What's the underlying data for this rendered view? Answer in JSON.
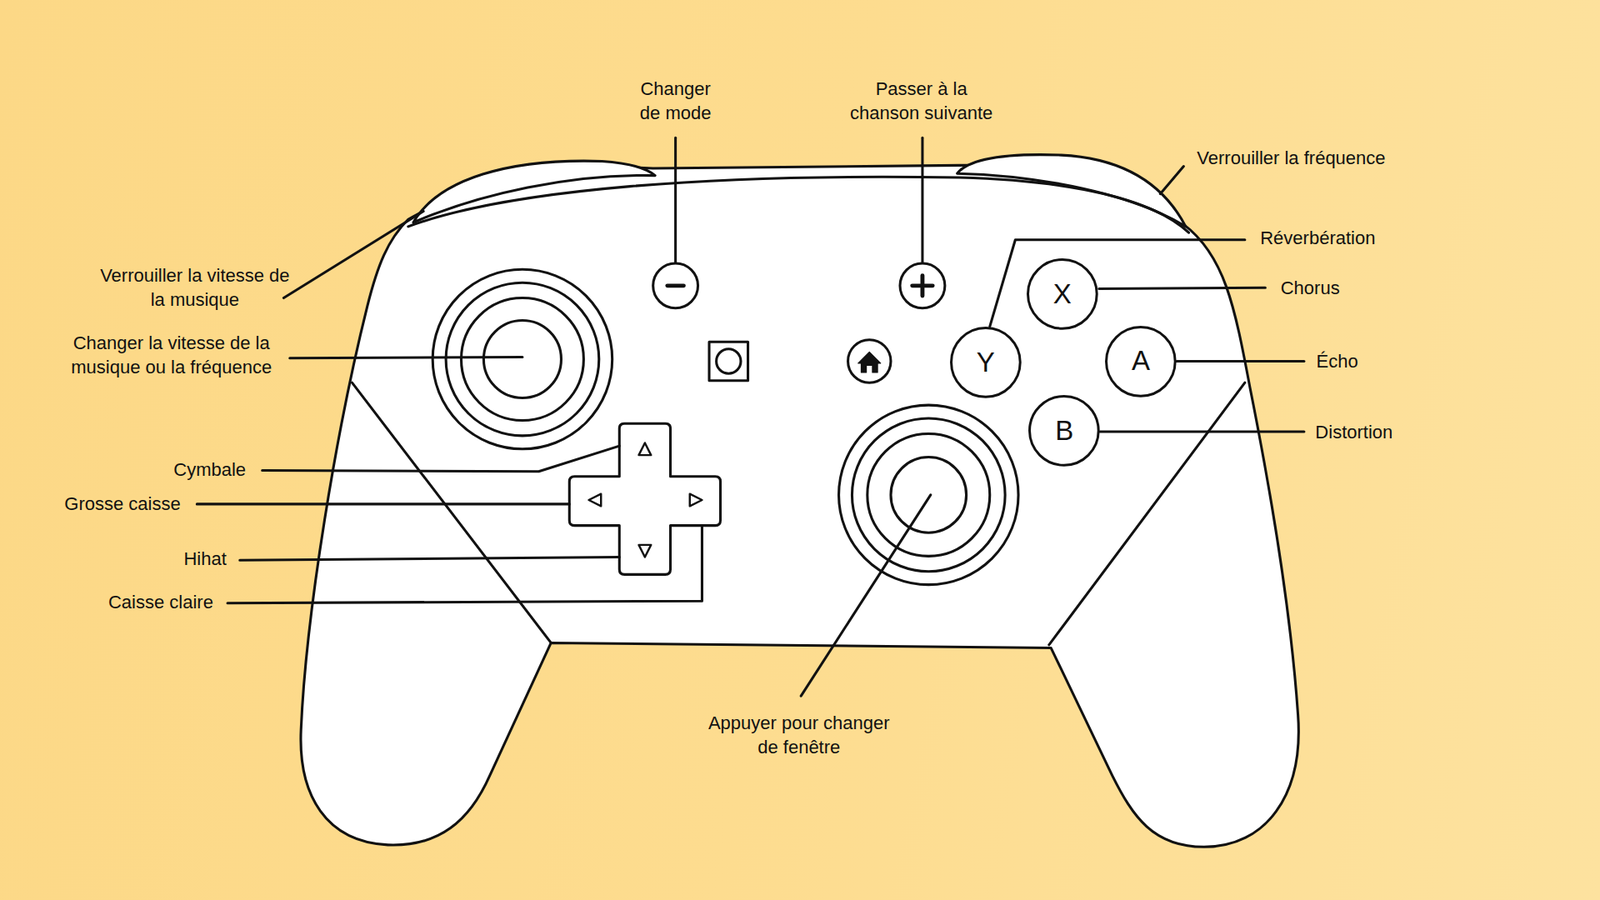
{
  "diagram": {
    "nodes": [
      {
        "text": [
          "X"
        ]
      },
      {
        "text": [
          "Y"
        ]
      },
      {
        "text": [
          "A"
        ]
      },
      {
        "text": [
          "B"
        ]
      }
    ],
    "labels": [
      "Changer de mode",
      "Passer à la chanson suivante",
      "Verrouiller la fréquence",
      "Réverbération",
      "Verrouiller la vitesse de la musique",
      "Chorus",
      "Changer la vitesse de la musique ou la fréquence",
      "Écho",
      "Distortion",
      "Cymbale",
      "Grosse caisse",
      "Hihat",
      "Caisse claire",
      "Appuyer pour changer de fenêtre"
    ]
  }
}
